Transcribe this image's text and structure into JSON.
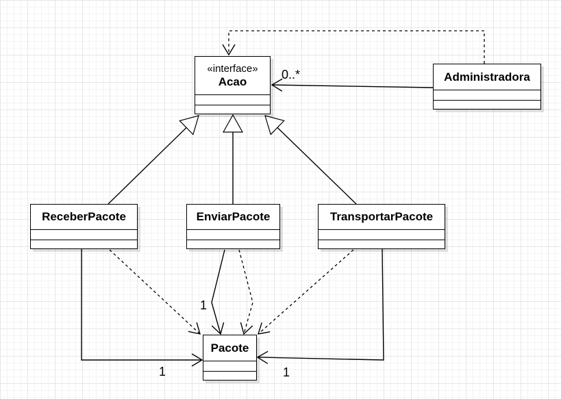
{
  "diagram": {
    "classes": {
      "acao": {
        "stereotype": "«interface»",
        "name": "Acao"
      },
      "administradora": {
        "name": "Administradora"
      },
      "receber_pacote": {
        "name": "ReceberPacote"
      },
      "enviar_pacote": {
        "name": "EnviarPacote"
      },
      "transportar_pacote": {
        "name": "TransportarPacote"
      },
      "pacote": {
        "name": "Pacote"
      }
    },
    "multiplicities": {
      "acao_administradora": "0..*",
      "enviar_pacote": "1",
      "receber_pacote": "1",
      "transportar_pacote": "1"
    }
  }
}
